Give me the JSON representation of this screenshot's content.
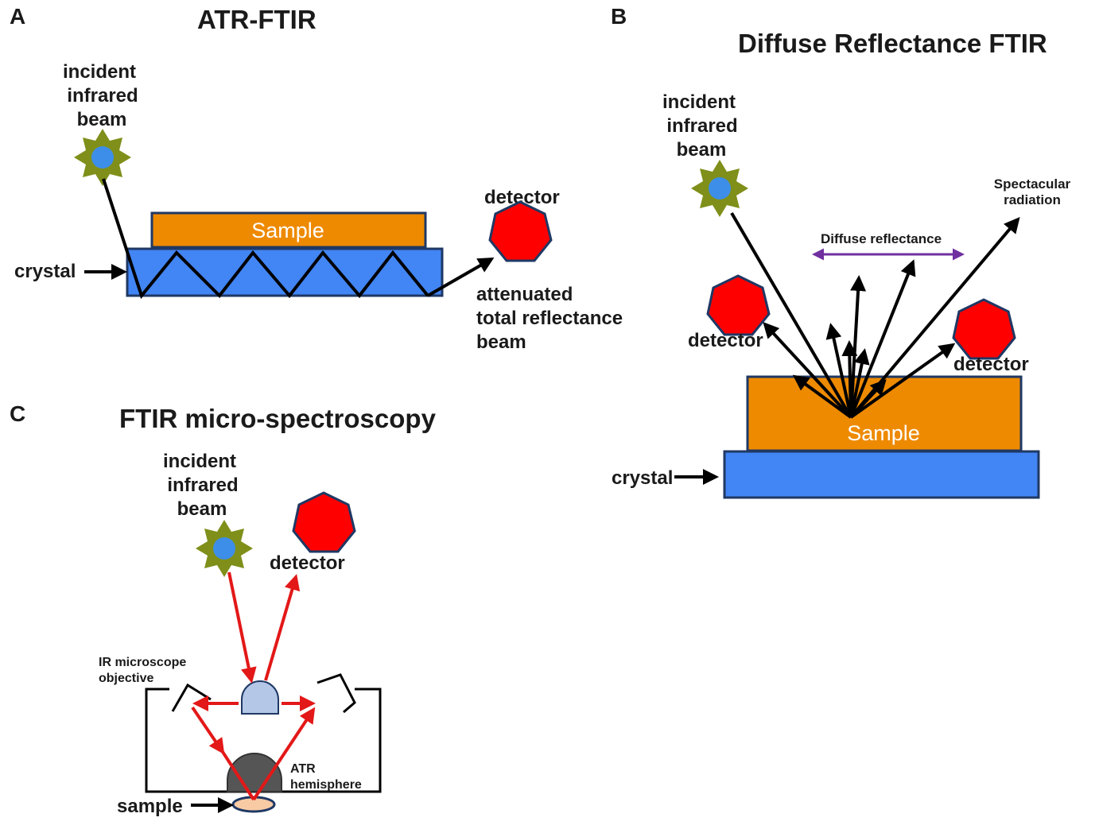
{
  "panel_a": {
    "letter": "A",
    "title": "ATR-FTIR",
    "source_label": [
      "incident",
      "infrared",
      "beam"
    ],
    "sample_label": "Sample",
    "crystal_label": "crystal",
    "detector_label": "detector",
    "output_label": [
      "attenuated",
      "total reflectance",
      "beam"
    ]
  },
  "panel_b": {
    "letter": "B",
    "title": "Diffuse Reflectance FTIR",
    "source_label": [
      "incident",
      "infrared",
      "beam"
    ],
    "specular_label": [
      "Spectacular",
      "radiation"
    ],
    "diffuse_label": "Diffuse reflectance",
    "detector_left_label": "detector",
    "detector_right_label": "detector",
    "sample_label": "Sample",
    "crystal_label": "crystal"
  },
  "panel_c": {
    "letter": "C",
    "title": "FTIR micro-spectroscopy",
    "source_label": [
      "incident",
      "infrared",
      "beam"
    ],
    "detector_label": "detector",
    "objective_label": [
      "IR microscope",
      "objective"
    ],
    "atr_label": [
      "ATR",
      "hemisphere"
    ],
    "sample_label": "sample"
  },
  "colors": {
    "crystal": "#4285f4",
    "sample": "#ee8a00",
    "detector": "#ff0000",
    "outline": "#1f3864",
    "source_star": "#7f8f1a",
    "source_core": "#3d8ee8",
    "beam_red": "#e31818",
    "diffuse_arrow": "#7030a0",
    "hemisphere": "#555555",
    "lens": "#b4c7e7",
    "sample_c": "#f8cba5"
  },
  "icons": [
    "star-source-icon",
    "heptagon-detector-icon"
  ]
}
